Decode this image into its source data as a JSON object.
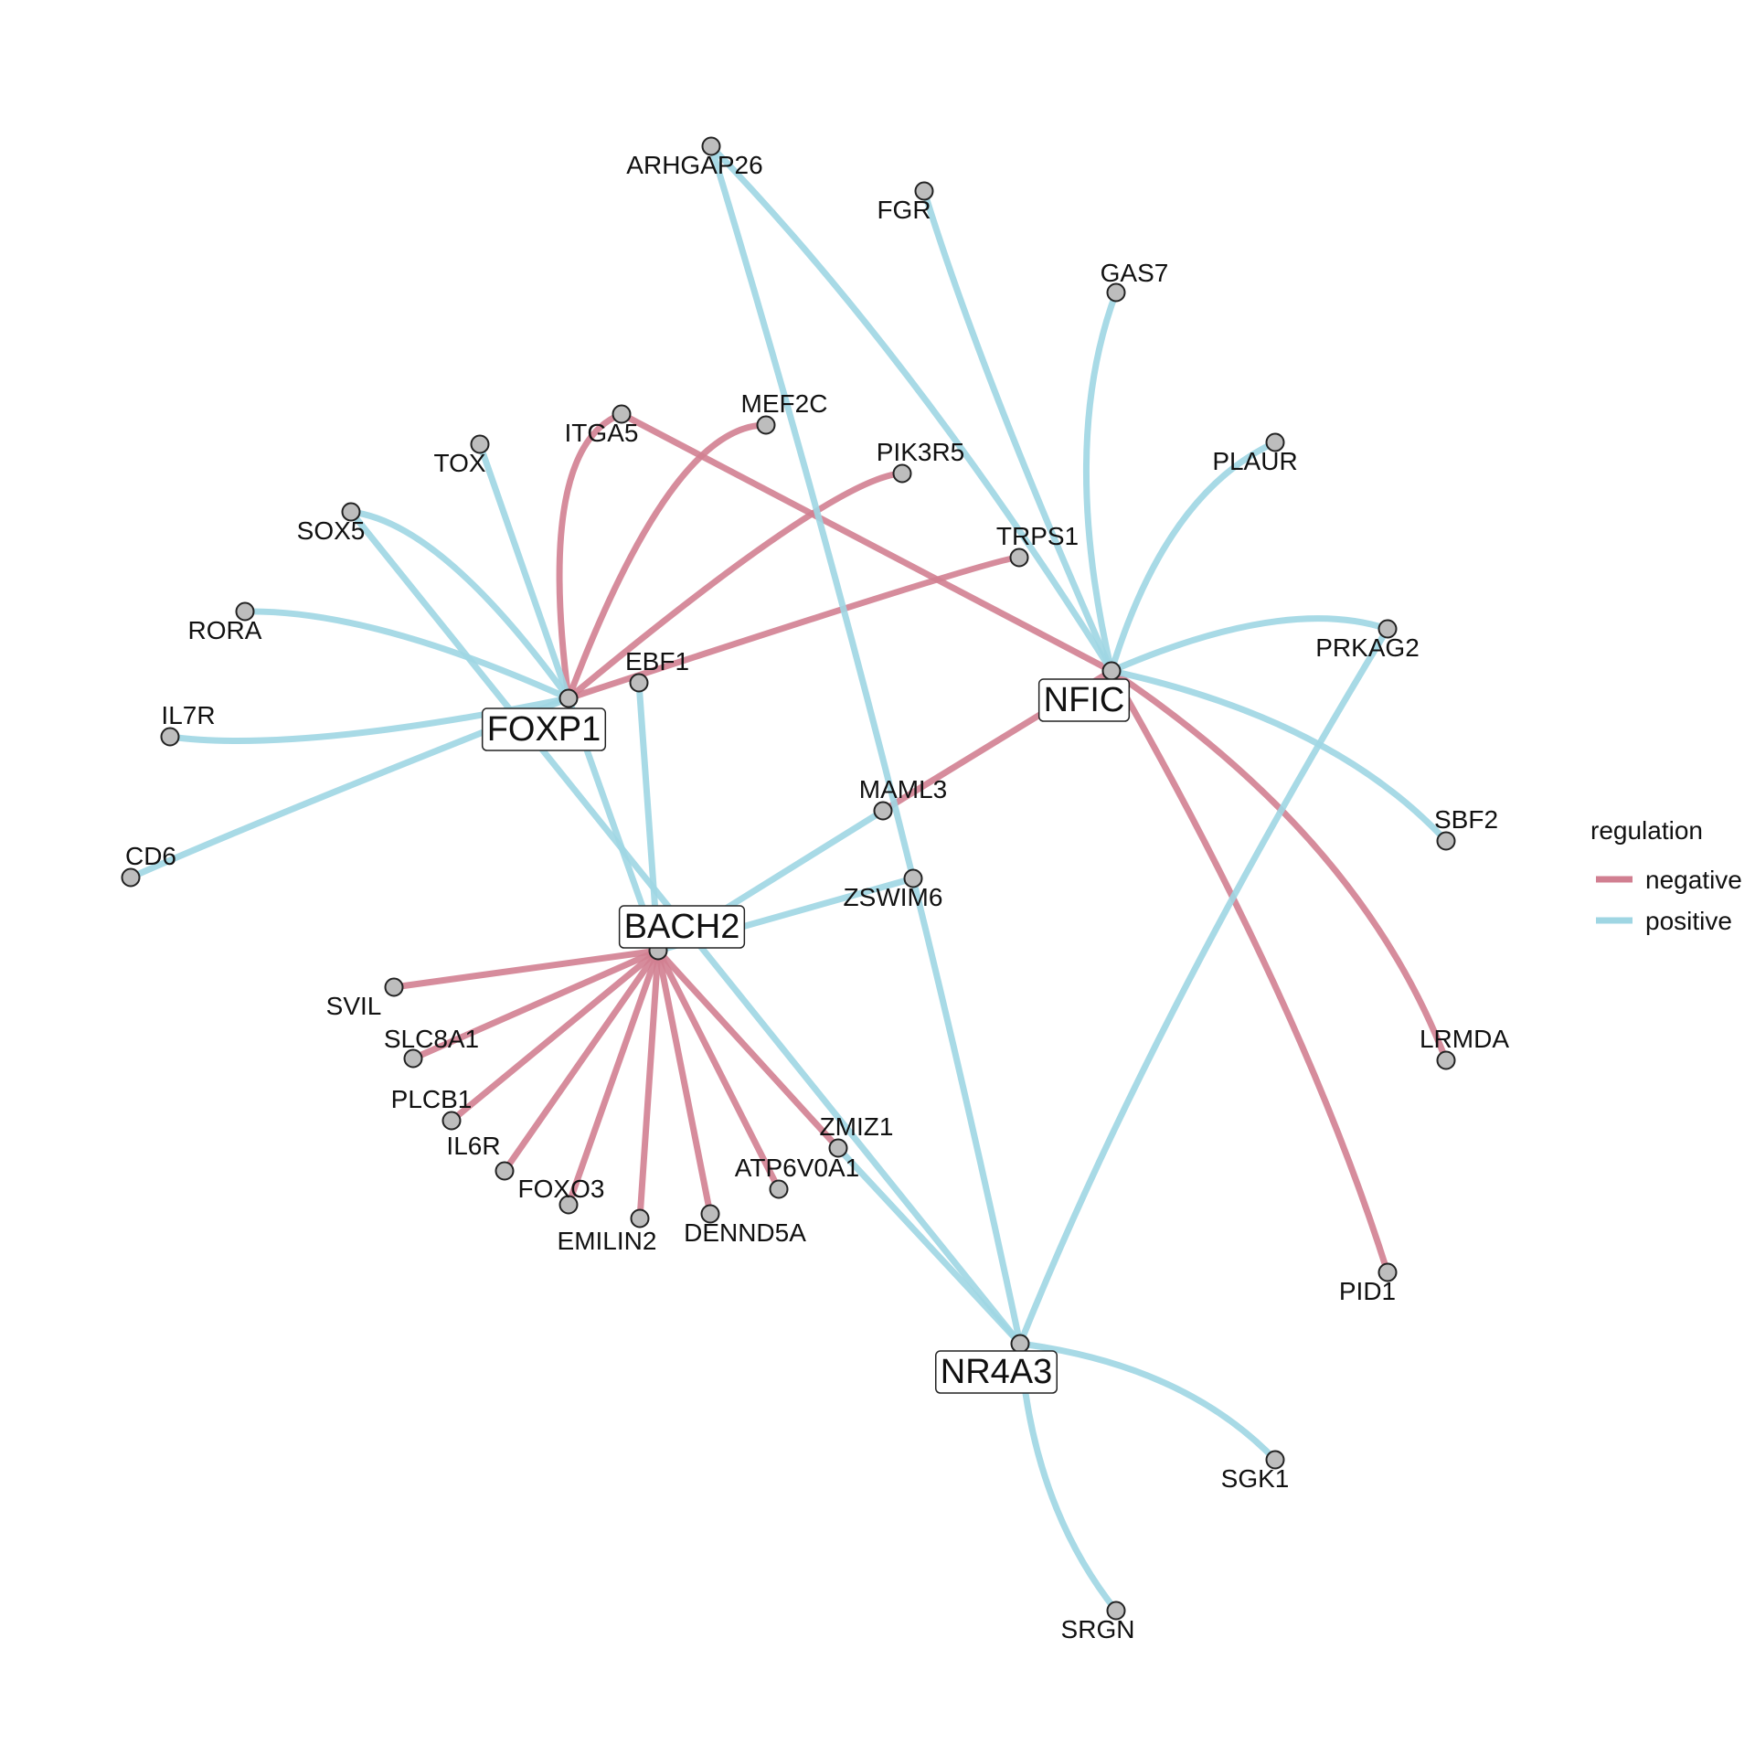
{
  "colors": {
    "negative": "#d17f91",
    "positive": "#9fd6e3",
    "node_fill": "#bdbdbd",
    "node_stroke": "#222222"
  },
  "legend": {
    "title": "regulation",
    "items": [
      {
        "key": "negative",
        "label": "negative"
      },
      {
        "key": "positive",
        "label": "positive"
      }
    ]
  },
  "nodes": [
    {
      "id": "FOXP1",
      "label": "FOXP1",
      "hub": true
    },
    {
      "id": "BACH2",
      "label": "BACH2",
      "hub": true
    },
    {
      "id": "NFIC",
      "label": "NFIC",
      "hub": true
    },
    {
      "id": "NR4A3",
      "label": "NR4A3",
      "hub": true
    },
    {
      "id": "ARHGAP26",
      "label": "ARHGAP26"
    },
    {
      "id": "FGR",
      "label": "FGR"
    },
    {
      "id": "GAS7",
      "label": "GAS7"
    },
    {
      "id": "PLAUR",
      "label": "PLAUR"
    },
    {
      "id": "PRKAG2",
      "label": "PRKAG2"
    },
    {
      "id": "SBF2",
      "label": "SBF2"
    },
    {
      "id": "LRMDA",
      "label": "LRMDA"
    },
    {
      "id": "PID1",
      "label": "PID1"
    },
    {
      "id": "SGK1",
      "label": "SGK1"
    },
    {
      "id": "SRGN",
      "label": "SRGN"
    },
    {
      "id": "MEF2C",
      "label": "MEF2C"
    },
    {
      "id": "ITGA5",
      "label": "ITGA5"
    },
    {
      "id": "PIK3R5",
      "label": "PIK3R5"
    },
    {
      "id": "TRPS1",
      "label": "TRPS1"
    },
    {
      "id": "TOX",
      "label": "TOX"
    },
    {
      "id": "SOX5",
      "label": "SOX5"
    },
    {
      "id": "RORA",
      "label": "RORA"
    },
    {
      "id": "IL7R",
      "label": "IL7R"
    },
    {
      "id": "CD6",
      "label": "CD6"
    },
    {
      "id": "EBF1",
      "label": "EBF1"
    },
    {
      "id": "MAML3",
      "label": "MAML3"
    },
    {
      "id": "ZSWIM6",
      "label": "ZSWIM6"
    },
    {
      "id": "SVIL",
      "label": "SVIL"
    },
    {
      "id": "SLC8A1",
      "label": "SLC8A1"
    },
    {
      "id": "PLCB1",
      "label": "PLCB1"
    },
    {
      "id": "IL6R",
      "label": "IL6R"
    },
    {
      "id": "FOXO3",
      "label": "FOXO3"
    },
    {
      "id": "EMILIN2",
      "label": "EMILIN2"
    },
    {
      "id": "DENND5A",
      "label": "DENND5A"
    },
    {
      "id": "ATP6V0A1",
      "label": "ATP6V0A1"
    },
    {
      "id": "ZMIZ1",
      "label": "ZMIZ1"
    }
  ],
  "edges": [
    {
      "from": "FOXP1",
      "to": "ITGA5",
      "regulation": "negative"
    },
    {
      "from": "FOXP1",
      "to": "MEF2C",
      "regulation": "negative"
    },
    {
      "from": "FOXP1",
      "to": "PIK3R5",
      "regulation": "negative"
    },
    {
      "from": "FOXP1",
      "to": "TRPS1",
      "regulation": "negative"
    },
    {
      "from": "FOXP1",
      "to": "TOX",
      "regulation": "positive"
    },
    {
      "from": "FOXP1",
      "to": "SOX5",
      "regulation": "positive"
    },
    {
      "from": "FOXP1",
      "to": "RORA",
      "regulation": "positive"
    },
    {
      "from": "FOXP1",
      "to": "IL7R",
      "regulation": "positive"
    },
    {
      "from": "FOXP1",
      "to": "CD6",
      "regulation": "positive"
    },
    {
      "from": "NFIC",
      "to": "ITGA5",
      "regulation": "negative"
    },
    {
      "from": "NFIC",
      "to": "MAML3",
      "regulation": "negative"
    },
    {
      "from": "NFIC",
      "to": "LRMDA",
      "regulation": "negative"
    },
    {
      "from": "NFIC",
      "to": "PID1",
      "regulation": "negative"
    },
    {
      "from": "NFIC",
      "to": "ARHGAP26",
      "regulation": "positive"
    },
    {
      "from": "NFIC",
      "to": "FGR",
      "regulation": "positive"
    },
    {
      "from": "NFIC",
      "to": "GAS7",
      "regulation": "positive"
    },
    {
      "from": "NFIC",
      "to": "PLAUR",
      "regulation": "positive"
    },
    {
      "from": "NFIC",
      "to": "PRKAG2",
      "regulation": "positive"
    },
    {
      "from": "NFIC",
      "to": "SBF2",
      "regulation": "positive"
    },
    {
      "from": "BACH2",
      "to": "SVIL",
      "regulation": "negative"
    },
    {
      "from": "BACH2",
      "to": "SLC8A1",
      "regulation": "negative"
    },
    {
      "from": "BACH2",
      "to": "PLCB1",
      "regulation": "negative"
    },
    {
      "from": "BACH2",
      "to": "IL6R",
      "regulation": "negative"
    },
    {
      "from": "BACH2",
      "to": "FOXO3",
      "regulation": "negative"
    },
    {
      "from": "BACH2",
      "to": "EMILIN2",
      "regulation": "negative"
    },
    {
      "from": "BACH2",
      "to": "DENND5A",
      "regulation": "negative"
    },
    {
      "from": "BACH2",
      "to": "ATP6V0A1",
      "regulation": "negative"
    },
    {
      "from": "BACH2",
      "to": "ZMIZ1",
      "regulation": "negative"
    },
    {
      "from": "BACH2",
      "to": "FOXP1",
      "regulation": "positive"
    },
    {
      "from": "BACH2",
      "to": "EBF1",
      "regulation": "positive"
    },
    {
      "from": "BACH2",
      "to": "MAML3",
      "regulation": "positive"
    },
    {
      "from": "BACH2",
      "to": "ZSWIM6",
      "regulation": "positive"
    },
    {
      "from": "NR4A3",
      "to": "SOX5",
      "regulation": "positive"
    },
    {
      "from": "NR4A3",
      "to": "ARHGAP26",
      "regulation": "positive"
    },
    {
      "from": "NR4A3",
      "to": "ZMIZ1",
      "regulation": "positive"
    },
    {
      "from": "NR4A3",
      "to": "PRKAG2",
      "regulation": "positive"
    },
    {
      "from": "NR4A3",
      "to": "SGK1",
      "regulation": "positive"
    },
    {
      "from": "NR4A3",
      "to": "SRGN",
      "regulation": "positive"
    }
  ]
}
